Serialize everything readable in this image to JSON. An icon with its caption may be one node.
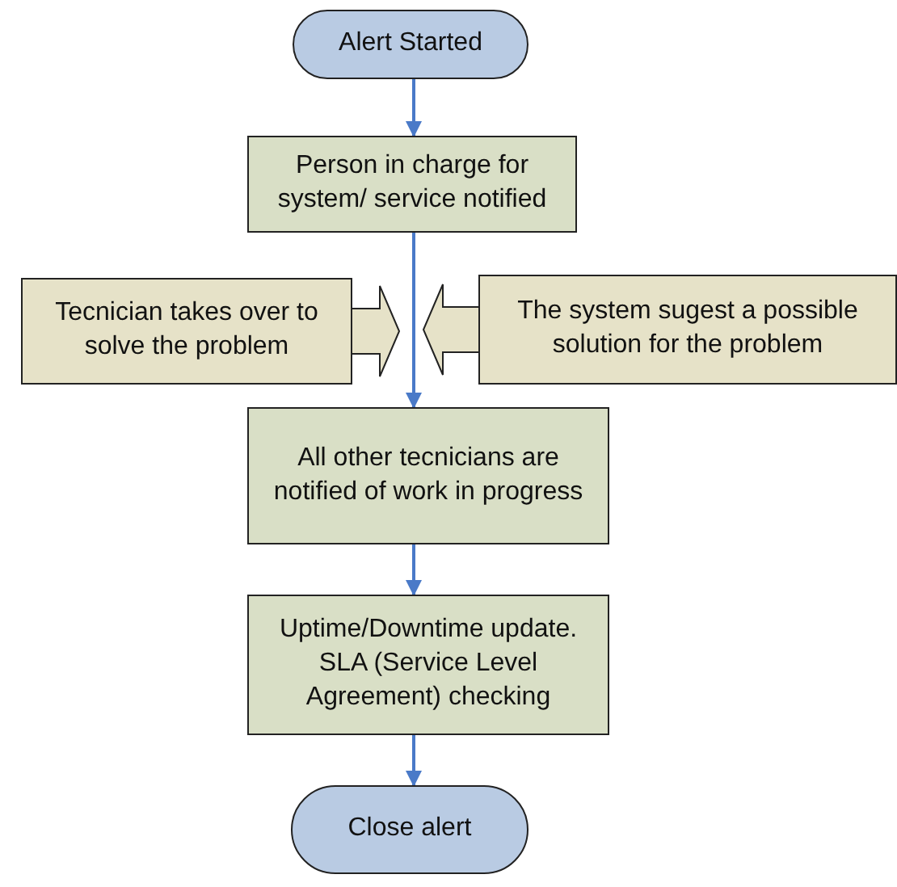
{
  "diagram": {
    "nodes": [
      {
        "text": [
          "Alert Started"
        ]
      },
      {
        "text": [
          "Person in charge for system/ service notified"
        ]
      },
      {
        "text": [
          "Tecnician takes over to solve the problem"
        ]
      },
      {
        "text": [
          "The system sugest a possible solution for the problem"
        ]
      },
      {
        "text": [
          "All other tecnicians are notified of work in progress"
        ]
      },
      {
        "text": [
          "Uptime/Downtime update. SLA (Service Level Agreement) checking"
        ]
      },
      {
        "text": [
          "Close alert"
        ]
      }
    ],
    "edges": [
      {
        "from": 0,
        "to": 1,
        "arrow": "to"
      },
      {
        "from": 1,
        "to": 4,
        "arrow": "to"
      },
      {
        "from": 2,
        "to": null,
        "arrow": "to",
        "style": "thick",
        "color": "#e6e2c8"
      },
      {
        "from": 3,
        "to": null,
        "arrow": "to",
        "style": "thick",
        "color": "#e6e2c8"
      },
      {
        "from": 4,
        "to": 5,
        "arrow": "to"
      },
      {
        "from": 5,
        "to": 6,
        "arrow": "to"
      }
    ]
  }
}
